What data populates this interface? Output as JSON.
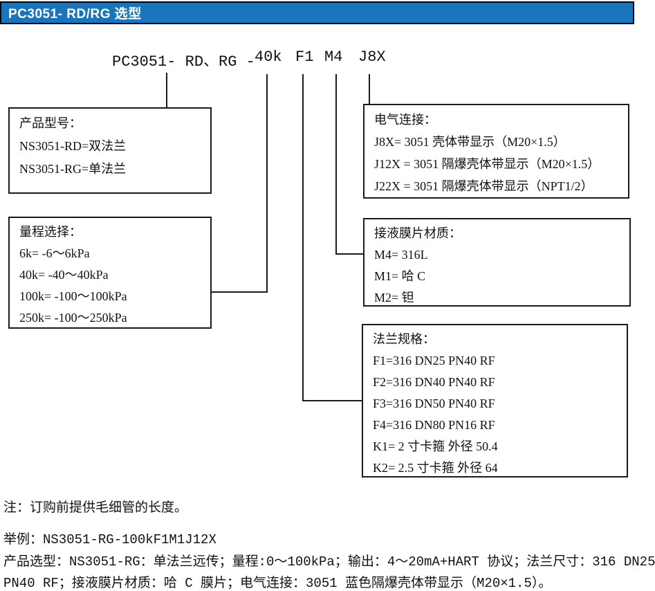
{
  "header": {
    "title": "PC3051- RD/RG 选型",
    "bar_color": "#1976bd"
  },
  "model_code": {
    "prefix": "PC3051- RD、RG -",
    "seg_range": "40k",
    "seg_flange": "F1",
    "seg_diaphragm": "M4",
    "seg_electrical": "J8X"
  },
  "boxes": [
    {
      "title": "产品型号：",
      "lines": [
        "NS3051-RD=双法兰",
        "NS3051-RG=单法兰"
      ]
    },
    {
      "title": "量程选择：",
      "lines": [
        "6k= -6～6kPa",
        "40k= -40～40kPa",
        "100k= -100～100kPa",
        "250k= -100～250kPa"
      ]
    },
    {
      "title": "电气连接：",
      "lines": [
        "J8X= 3051 壳体带显示（M20×1.5）",
        "J12X = 3051 隔爆壳体带显示（M20×1.5）",
        "J22X = 3051 隔爆壳体带显示（NPT1/2）"
      ]
    },
    {
      "title": "接液膜片材质：",
      "lines": [
        "M4= 316L",
        "M1= 哈 C",
        "M2= 钽"
      ]
    },
    {
      "title": "法兰规格：",
      "lines": [
        "F1=316 DN25 PN40 RF",
        "F2=316 DN40 PN40 RF",
        "F3=316 DN50 PN40 RF",
        "F4=316 DN80 PN16 RF",
        "K1= 2 寸卡箍 外径 50.4",
        "K2= 2.5 寸卡箍 外径 64"
      ]
    }
  ],
  "notes": {
    "note": "注：订购前提供毛细管的长度。",
    "example": "举例：NS3051-RG-100kF1M1J12X",
    "description_line1": "产品选型：NS3051-RG：单法兰远传；量程:0～100kPa；输出：4～20mA+HART 协议；法兰尺寸：316 DN25",
    "description_line2": "PN40 RF；接液膜片材质：哈 C 膜片；电气连接：3051 蓝色隔爆壳体带显示（M20×1.5）。"
  }
}
